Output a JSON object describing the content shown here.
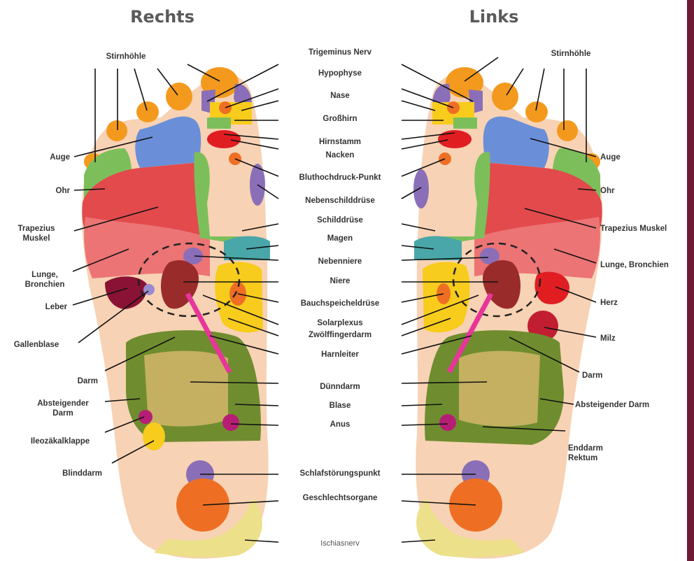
{
  "headings": {
    "right": "Rechts",
    "left": "Links"
  },
  "center_labels": [
    "Trigeminus Nerv",
    "Hypophyse",
    "Nase",
    "Großhirn",
    "Hirnstamm",
    "Nacken",
    "Bluthochdruck-Punkt",
    "Nebenschilddrüse",
    "Schilddrüse",
    "Magen",
    "Nebenniere",
    "Niere",
    "Bauchspeicheldrüse",
    "Solarplexus",
    "Zwölffingerdarm",
    "Harnleiter",
    "Dünndarm",
    "Blase",
    "Anus",
    "Schlafstörungspunkt",
    "Geschlechtsorgane",
    "Ischiasnerv"
  ],
  "right_foot_labels": {
    "stirnhoehle": "Stirnhöhle",
    "auge": "Auge",
    "ohr": "Ohr",
    "trapezius_1": "Trapezius",
    "trapezius_2": "Muskel",
    "lunge_1": "Lunge,",
    "lunge_2": "Bronchien",
    "leber": "Leber",
    "gallenblase": "Gallenblase",
    "darm": "Darm",
    "absteigender_1": "Absteigender",
    "absteigender_2": "Darm",
    "ileozaekal": "Ileozäkalklappe",
    "blinddarm": "Blinddarm"
  },
  "left_foot_labels": {
    "stirnhoehle": "Stirnhöhle",
    "auge": "Auge",
    "ohr": "Ohr",
    "trapezius": "Trapezius Muskel",
    "lunge": "Lunge, Bronchien",
    "herz": "Herz",
    "milz": "Milz",
    "darm": "Darm",
    "absteigender": "Absteigender Darm",
    "enddarm_1": "Enddarm",
    "enddarm_2": "Rektum"
  },
  "colors": {
    "skin": "#f8d2b4",
    "toe_orange": "#f39a1e",
    "blue": "#6a8fd8",
    "green": "#7cbf5a",
    "red": "#e24a4c",
    "pink_red": "#ec7474",
    "purple": "#8a6fb8",
    "yellow": "#f7cc1c",
    "teal": "#4aa7a9",
    "kidney": "#9a2b2b",
    "darm_olive": "#6f8d2f",
    "darm_inner": "#c4b060",
    "magenta": "#e8359a",
    "orange_circle": "#ee6f24",
    "ischias": "#e8d777",
    "accent_bar": "#6e1a35"
  }
}
